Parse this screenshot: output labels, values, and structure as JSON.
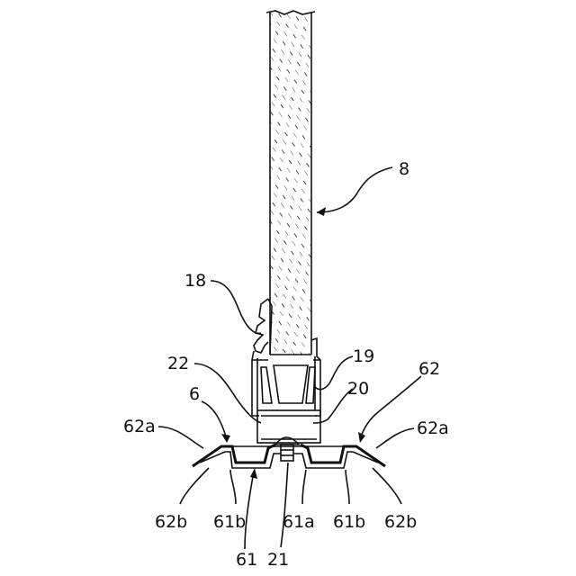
{
  "labels": {
    "l8": "8",
    "l18": "18",
    "l19": "19",
    "l22": "22",
    "l20": "20",
    "l6": "6",
    "l62": "62",
    "l62a_left": "62a",
    "l62a_right": "62a",
    "l62b_left": "62b",
    "l62b_right": "62b",
    "l61b_left": "61b",
    "l61b_right": "61b",
    "l61a": "61a",
    "l61": "61",
    "l21": "21"
  },
  "colors": {
    "ink": "#111111",
    "background": "#ffffff"
  }
}
